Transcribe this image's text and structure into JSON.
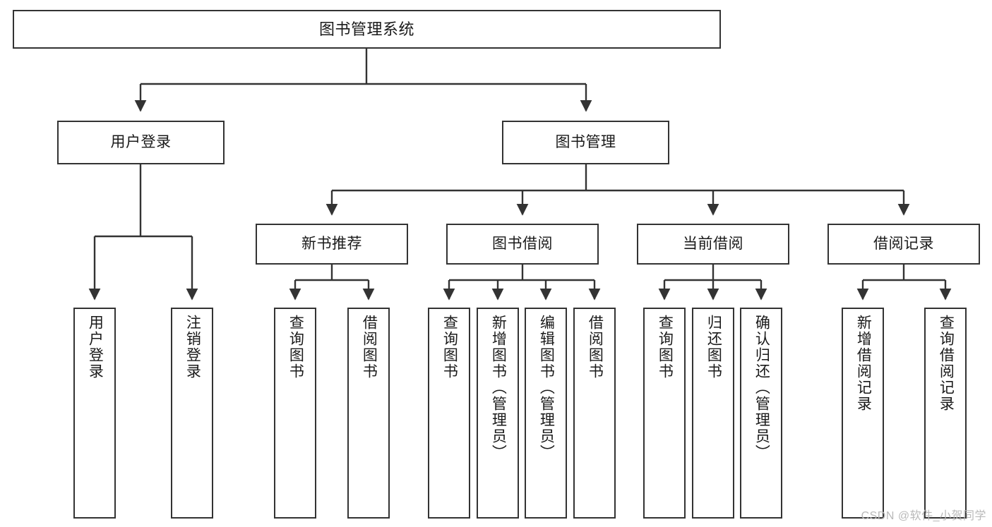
{
  "diagram": {
    "title": "图书管理系统",
    "type": "tree-hierarchy-diagram",
    "watermark": "CSDN @软件_小贺同学",
    "colors": {
      "box_border": "#333333",
      "box_fill": "#ffffff",
      "connector": "#333333",
      "text": "#1a1a1a",
      "watermark": "#b9b9b9"
    },
    "nodes": {
      "root": {
        "label": "图书管理系统"
      },
      "level2": [
        {
          "id": "user-login",
          "label": "用户登录"
        },
        {
          "id": "book-manage",
          "label": "图书管理"
        }
      ],
      "level3": [
        {
          "id": "new-book-rec",
          "label": "新书推荐"
        },
        {
          "id": "book-borrow",
          "label": "图书借阅"
        },
        {
          "id": "current-borrow",
          "label": "当前借阅"
        },
        {
          "id": "borrow-record",
          "label": "借阅记录"
        }
      ],
      "leaves": {
        "user_login": [
          {
            "id": "leaf-user-login",
            "label": "用户登录"
          },
          {
            "id": "leaf-logout",
            "label": "注销登录"
          }
        ],
        "new_book_rec": [
          {
            "id": "leaf-query-book-1",
            "label": "查询图书"
          },
          {
            "id": "leaf-borrow-book-1",
            "label": "借阅图书"
          }
        ],
        "book_borrow": [
          {
            "id": "leaf-query-book-2",
            "label": "查询图书"
          },
          {
            "id": "leaf-add-book",
            "label": "新增图书（管理员）"
          },
          {
            "id": "leaf-edit-book",
            "label": "编辑图书（管理员）"
          },
          {
            "id": "leaf-borrow-book-2",
            "label": "借阅图书"
          }
        ],
        "current_borrow": [
          {
            "id": "leaf-query-book-3",
            "label": "查询图书"
          },
          {
            "id": "leaf-return-book",
            "label": "归还图书"
          },
          {
            "id": "leaf-confirm-return",
            "label": "确认归还（管理员）"
          }
        ],
        "borrow_record": [
          {
            "id": "leaf-add-record",
            "label": "新增借阅记录"
          },
          {
            "id": "leaf-query-record",
            "label": "查询借阅记录"
          }
        ]
      }
    }
  }
}
